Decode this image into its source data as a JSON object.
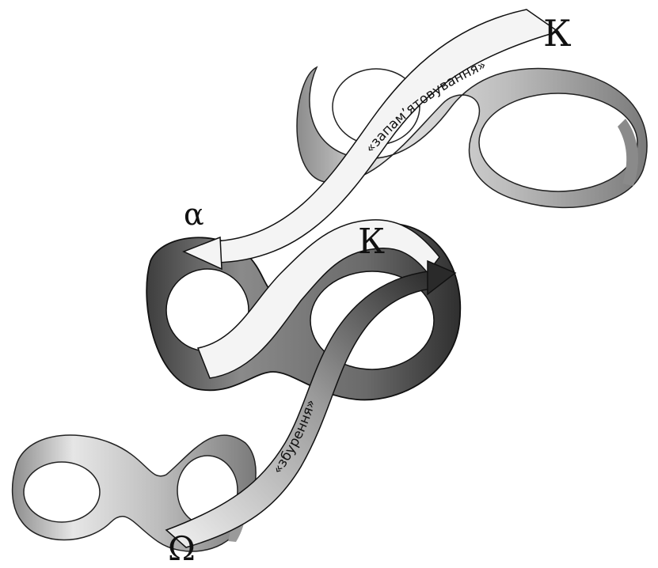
{
  "labels": {
    "kappa_top": "К",
    "kappa_middle": "К",
    "alpha": "α",
    "omega": "Ω",
    "band_forgetting": "«запам’ятовування»",
    "band_excitation": "«збурення»"
  },
  "colors": {
    "light_ring": "#c9c9c9",
    "dark_ring": "#5f5f5f",
    "band_fill": "#f3f3f3",
    "outline": "#111111"
  }
}
